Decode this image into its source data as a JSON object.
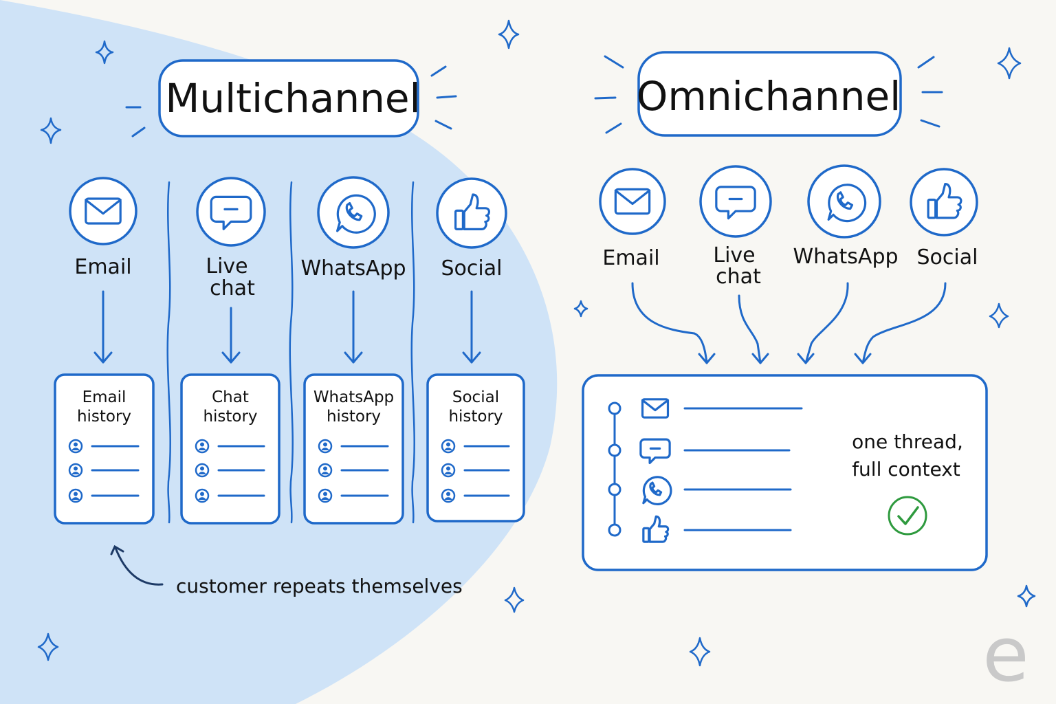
{
  "multichannel": {
    "title": "Multichannel",
    "channels": [
      {
        "icon": "email-icon",
        "label_lines": [
          "Email"
        ],
        "history_lines": [
          "Email",
          "history"
        ]
      },
      {
        "icon": "chat-icon",
        "label_lines": [
          "Live",
          "chat"
        ],
        "history_lines": [
          "Chat",
          "history"
        ]
      },
      {
        "icon": "whatsapp-icon",
        "label_lines": [
          "WhatsApp"
        ],
        "history_lines": [
          "WhatsApp",
          "history"
        ]
      },
      {
        "icon": "thumbs-up-icon",
        "label_lines": [
          "Social"
        ],
        "history_lines": [
          "Social",
          "history"
        ]
      }
    ],
    "note": "customer repeats themselves"
  },
  "omnichannel": {
    "title": "Omnichannel",
    "channels": [
      {
        "icon": "email-icon",
        "label_lines": [
          "Email"
        ]
      },
      {
        "icon": "chat-icon",
        "label_lines": [
          "Live",
          "chat"
        ]
      },
      {
        "icon": "whatsapp-icon",
        "label_lines": [
          "WhatsApp"
        ]
      },
      {
        "icon": "thumbs-up-icon",
        "label_lines": [
          "Social"
        ]
      }
    ],
    "thread_note_lines": [
      "one thread,",
      "full context"
    ],
    "status_icon": "checkmark-icon"
  },
  "logo_letter": "e",
  "colors": {
    "accent": "#1f69c9",
    "left_panel": "#cfe3f7",
    "background": "#f8f7f3",
    "check": "#2e9a3e"
  }
}
